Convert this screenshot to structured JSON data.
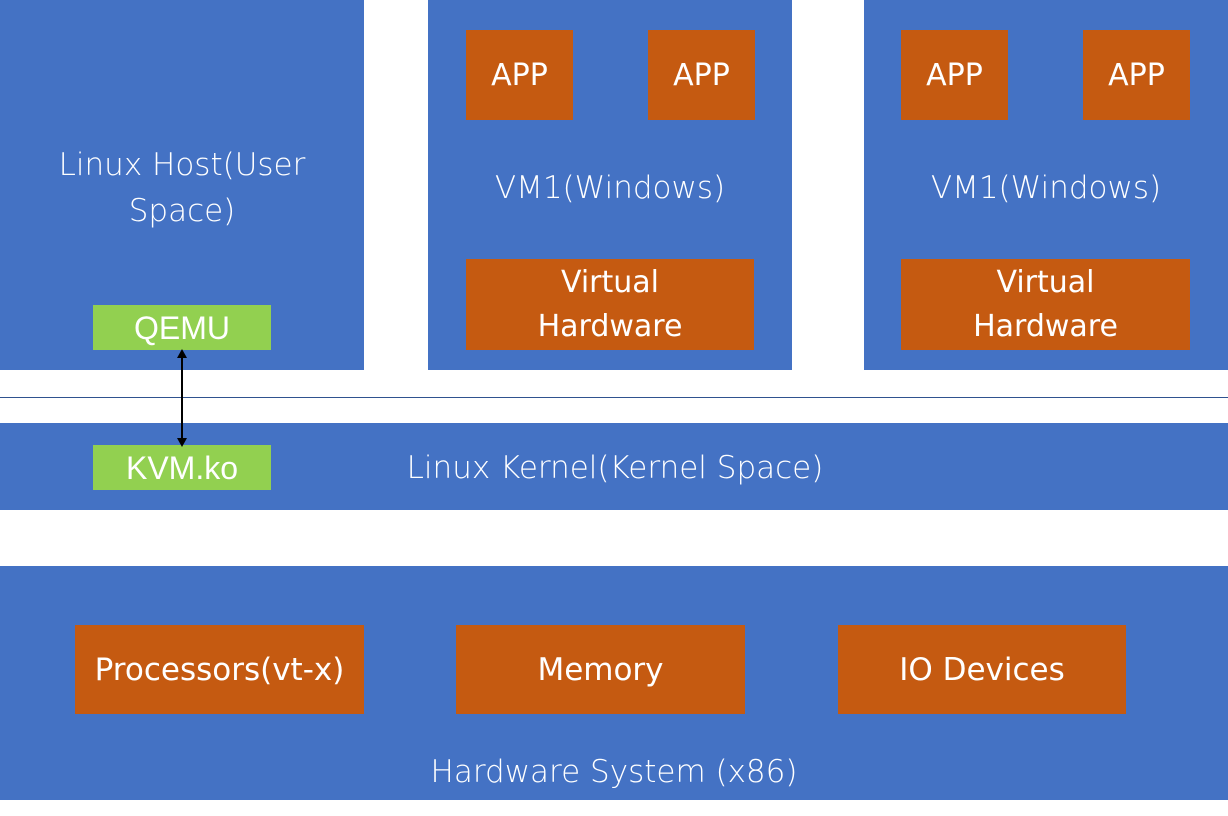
{
  "host": {
    "title": "Linux Host(User Space)",
    "qemu": "QEMU"
  },
  "vms": [
    {
      "apps": [
        "APP",
        "APP"
      ],
      "title": "VM1(Windows)",
      "virtual_hardware": "Virtual Hardware"
    },
    {
      "apps": [
        "APP",
        "APP"
      ],
      "title": "VM1(Windows)",
      "virtual_hardware": "Virtual Hardware"
    }
  ],
  "kernel": {
    "title": "Linux Kernel(Kernel Space)",
    "module": "KVM.ko"
  },
  "hardware": {
    "title": "Hardware System (x86)",
    "components": [
      "Processors(vt-x)",
      "Memory",
      "IO Devices"
    ]
  },
  "colors": {
    "block_blue": "#4472c4",
    "component_orange": "#c55a11",
    "module_green": "#92d050",
    "text_white": "#ffffff",
    "arrow": "#000000"
  }
}
